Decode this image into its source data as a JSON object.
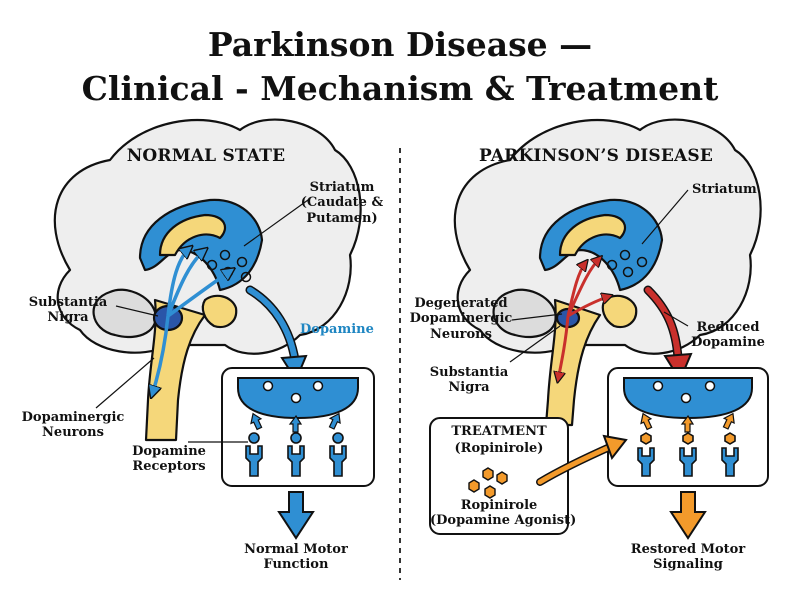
{
  "title_line1": "Parkinson Disease —",
  "title_line2": "Clinical - Mechanism & Treatment",
  "normal": {
    "heading": "NORMAL STATE",
    "striatum": [
      "Striatum",
      "(Caudate &",
      "Putamen)"
    ],
    "substantia_nigra": [
      "Substantia",
      "Nigra"
    ],
    "dopamine": "Dopamine",
    "dopaminergic_neurons": [
      "Dopaminergic",
      "Neurons"
    ],
    "dopamine_receptors": [
      "Dopamine",
      "Receptors"
    ],
    "outcome": [
      "Normal Motor",
      "Function"
    ]
  },
  "parkinsons": {
    "heading": "PARKINSON’S DISEASE",
    "striatum": "Striatum",
    "degenerated_neurons": [
      "Degenerated",
      "Dopaminergic",
      "Neurons"
    ],
    "reduced_dopamine": [
      "Reduced",
      "Dopamine"
    ],
    "substantia_nigra": [
      "Substantia",
      "Nigra"
    ],
    "treatment_title": "TREATMENT",
    "treatment_drug": "(Ropinirole)",
    "agonist": [
      "Ropinirole",
      "(Dopamine Agonist)"
    ],
    "outcome": [
      "Restored Motor",
      "Signaling"
    ]
  },
  "colors": {
    "blue": "#2f8fd3",
    "blue_dark": "#1c5fa0",
    "dark_blue_region": "#2a56a8",
    "yellow": "#f5d77a",
    "brain_gray": "#eeeeee",
    "red": "#c9302c",
    "orange": "#f39a2b",
    "outline": "#111111"
  }
}
